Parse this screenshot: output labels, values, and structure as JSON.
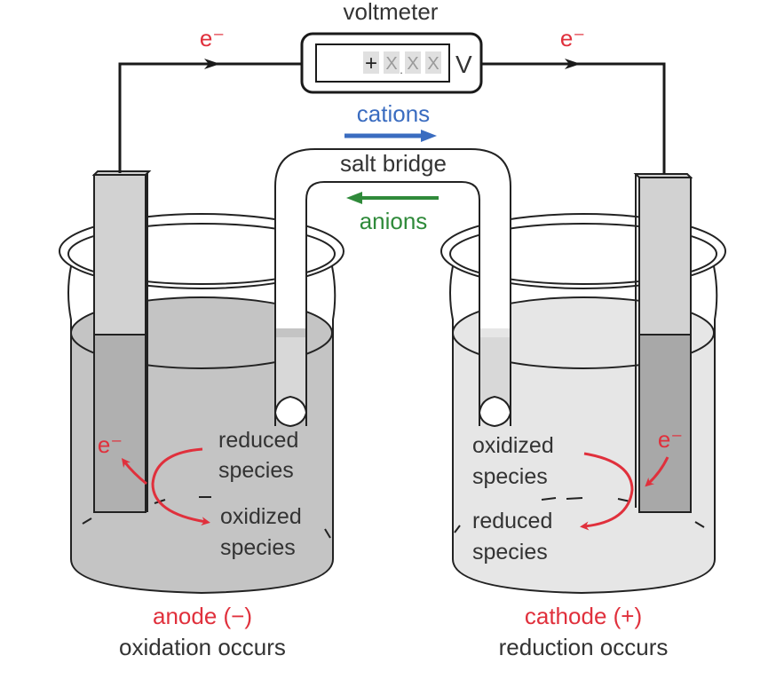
{
  "title": "Galvanic (voltaic) cell",
  "colors": {
    "electron": "#e0303c",
    "cation": "#3a6cc0",
    "anion": "#2f8a3a",
    "text": "#333333",
    "anode_solution": "#c4c4c4",
    "cathode_solution": "#e6e6e6",
    "electrode": "#d2d2d2",
    "wire": "#1a1a1a"
  },
  "voltmeter": {
    "label": "voltmeter",
    "display": "+X.XX",
    "unit": "V"
  },
  "wire": {
    "left_electron_label": "e⁻",
    "right_electron_label": "e⁻"
  },
  "salt_bridge": {
    "label": "salt bridge",
    "cations_label": "cations",
    "anions_label": "anions"
  },
  "anode": {
    "electron_label": "e⁻",
    "reactant_line1": "reduced",
    "reactant_line2": "species",
    "product_line1": "oxidized",
    "product_line2": "species",
    "title": "anode (−)",
    "caption": "oxidation occurs"
  },
  "cathode": {
    "electron_label": "e⁻",
    "reactant_line1": "oxidized",
    "reactant_line2": "species",
    "product_line1": "reduced",
    "product_line2": "species",
    "title": "cathode (+)",
    "caption": "reduction occurs"
  }
}
